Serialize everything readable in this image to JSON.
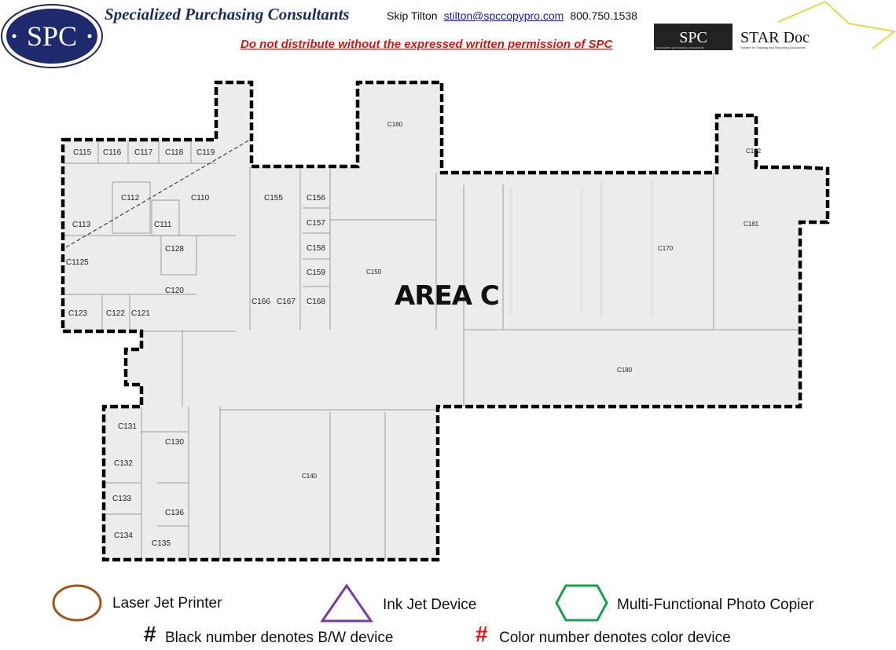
{
  "header": {
    "logo_text": "SPC",
    "company_name": "Specialized Purchasing Consultants",
    "contact_name": "Skip Tilton",
    "contact_email": "stilton@spccopypro.com",
    "contact_phone": "800.750.1538",
    "warning": "Do not distribute without the expressed written permission of SPC",
    "star_logo_left": "SPC",
    "star_logo_right": "STAR Doc",
    "star_logo_sub_left": "specialized purchasing consultants",
    "star_logo_sub_right": "System for Tracking and Reporting Documents"
  },
  "plan": {
    "area_label": "AREA C",
    "rooms": [
      "C115",
      "C116",
      "C117",
      "C118",
      "C119",
      "C112",
      "C110",
      "C113",
      "C111",
      "C1125",
      "C128",
      "C120",
      "C123",
      "C122",
      "C121",
      "C155",
      "C156",
      "C157",
      "C158",
      "C159",
      "C166",
      "C167",
      "C168",
      "C160",
      "C150",
      "C170",
      "C182",
      "C181",
      "C180",
      "C131",
      "C130",
      "C132",
      "C133",
      "C136",
      "C134",
      "C135",
      "C140"
    ]
  },
  "legend": {
    "laser": "Laser Jet Printer",
    "inkjet": "Ink Jet Device",
    "copier": "Multi-Functional Photo Copier",
    "hash": "#",
    "bw_note": "Black number denotes B/W device",
    "color_note": "Color number denotes color device",
    "colors": {
      "laser": "#a0561a",
      "inkjet": "#7a3aa8",
      "copier": "#1aa04a",
      "color_hash": "#e81010"
    }
  }
}
